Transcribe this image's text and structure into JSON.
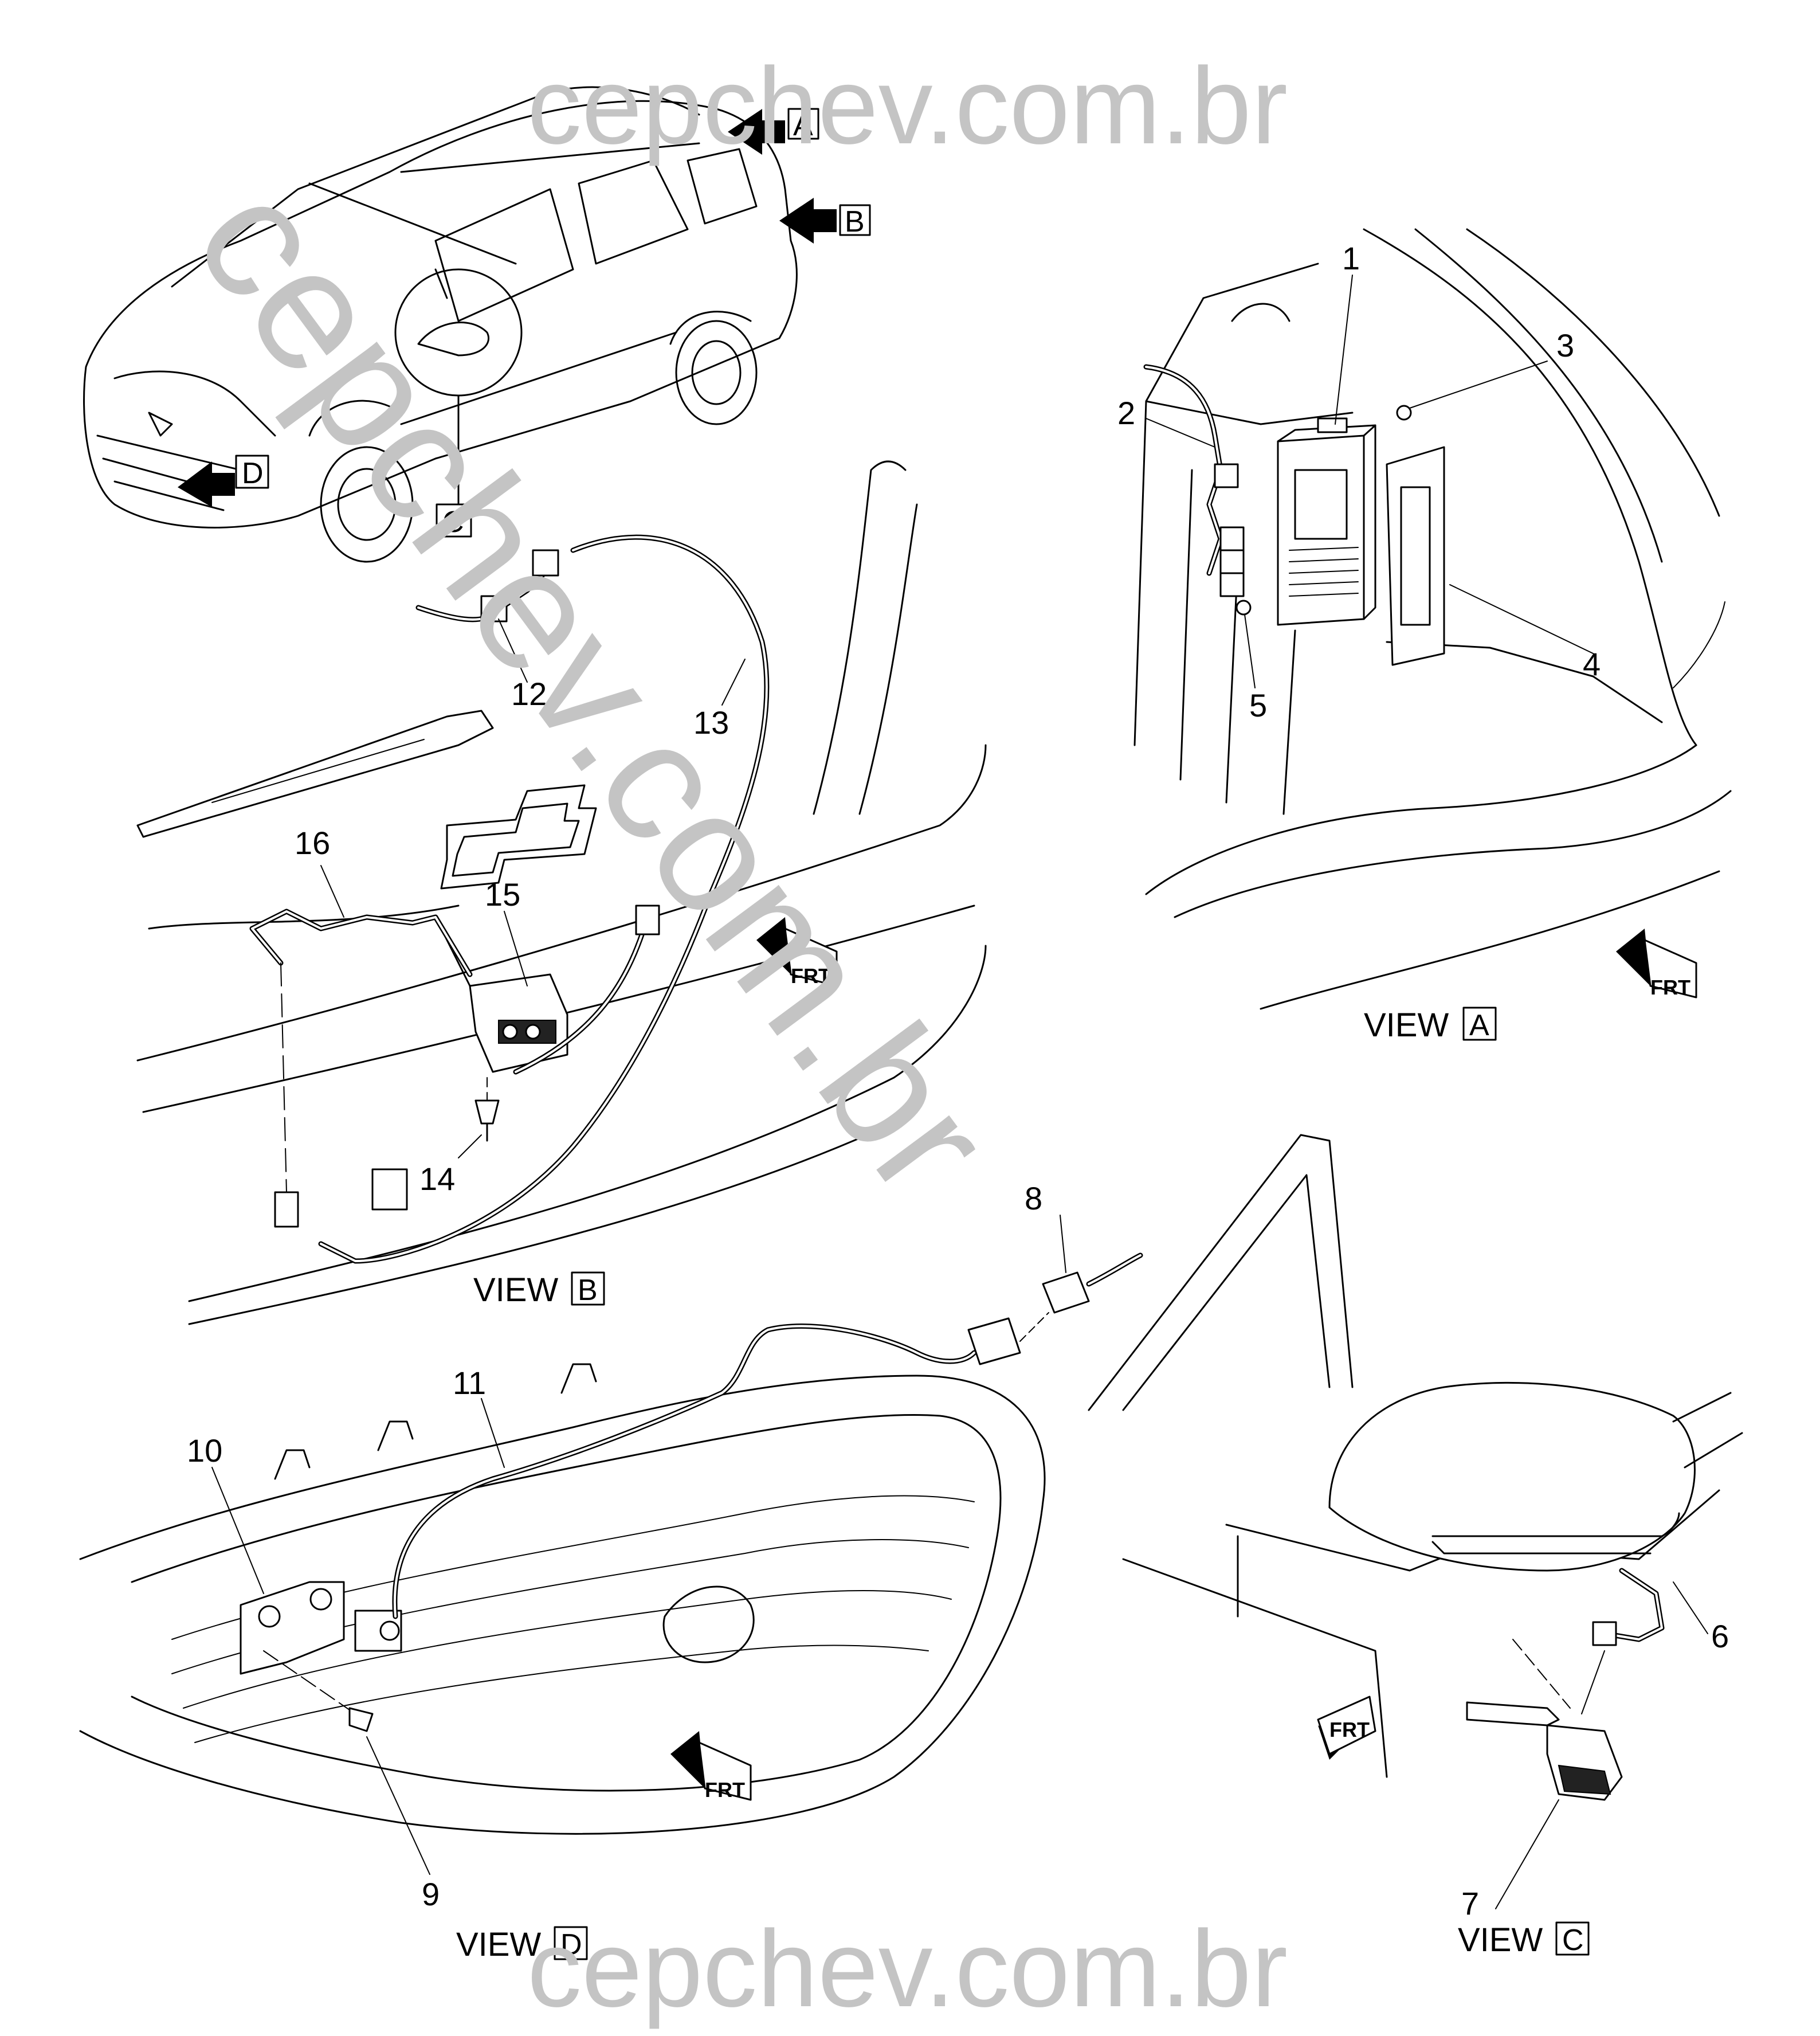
{
  "watermark": {
    "top": "cepchev.com.br",
    "bottom": "cepchev.com.br",
    "diagonal": "cepchev.com.br",
    "color": "#c4c4c4"
  },
  "callouts": {
    "c1": "1",
    "c2": "2",
    "c3": "3",
    "c4": "4",
    "c5": "5",
    "c6": "6",
    "c7": "7",
    "c8": "8",
    "c9": "9",
    "c10": "10",
    "c11": "11",
    "c12": "12",
    "c13": "13",
    "c14": "14",
    "c15": "15",
    "c16": "16"
  },
  "view_refs": {
    "A": "A",
    "B": "B",
    "C": "C",
    "D": "D"
  },
  "views": {
    "a": {
      "prefix": "VIEW",
      "letter": "A"
    },
    "b": {
      "prefix": "VIEW",
      "letter": "B"
    },
    "c": {
      "prefix": "VIEW",
      "letter": "C"
    },
    "d": {
      "prefix": "VIEW",
      "letter": "D"
    }
  },
  "direction_marker": "FRT",
  "icons": {
    "front_arrow": "frt-arrow-icon",
    "view_arrow": "view-pointer-arrow-icon"
  }
}
